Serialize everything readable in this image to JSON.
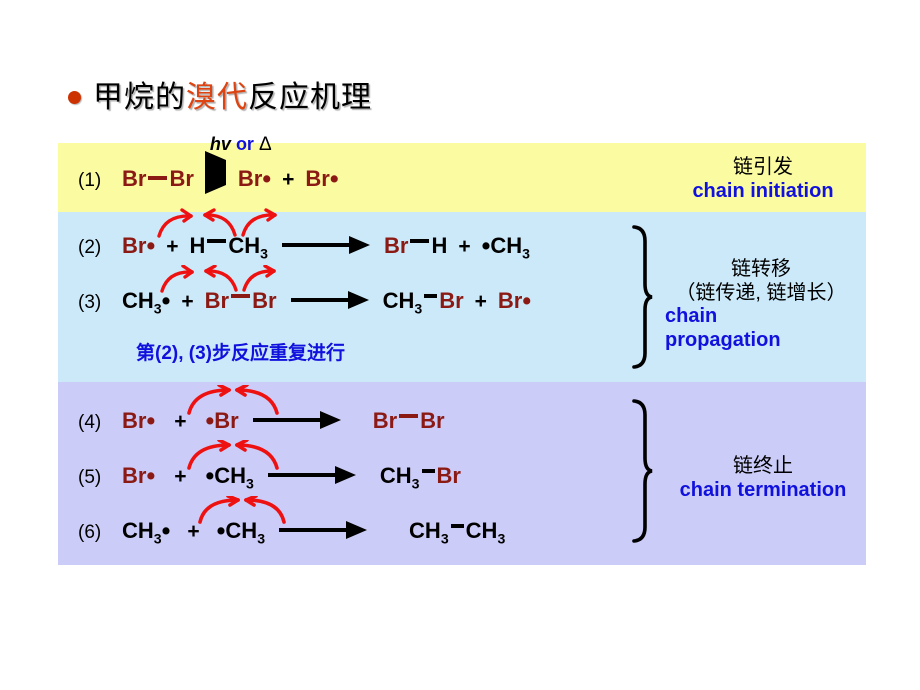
{
  "title": {
    "prefix": "甲烷的",
    "highlight": "溴代",
    "suffix": "反应机理",
    "bullet_color": "#cc3300",
    "highlight_color": "#dd4411"
  },
  "colors": {
    "band_initiation": "#fbfba2",
    "band_propagation": "#cce9fa",
    "band_termination": "#ccccf8",
    "bromine_text": "#8b1a14",
    "english_label": "#1111dd",
    "fishhook_arrow": "#ee1111"
  },
  "reactions": [
    {
      "number": "(1)",
      "left": [
        "Br",
        "Br"
      ],
      "condition_hv": "hv",
      "condition_or": "or",
      "condition_delta": "Δ",
      "right": [
        "Br•",
        "+",
        "Br•"
      ],
      "fishhooks": 0
    },
    {
      "number": "(2)",
      "reactant_1": "Br•",
      "plus": "+",
      "reactant_2": "H—CH3",
      "product_1": "Br—H",
      "product_2": "•CH3",
      "fishhooks": 3
    },
    {
      "number": "(3)",
      "reactant_1": "CH3•",
      "plus": "+",
      "reactant_2": "Br—Br",
      "product_1": "CH3—Br",
      "product_2": "Br•",
      "fishhooks": 3
    },
    {
      "number": "(4)",
      "reactant_1": "Br•",
      "plus": "+",
      "reactant_2": "•Br",
      "product_1": "Br—Br",
      "fishhooks": 2
    },
    {
      "number": "(5)",
      "reactant_1": "Br•",
      "plus": "+",
      "reactant_2": "•CH3",
      "product_1": "CH3—Br",
      "fishhooks": 2
    },
    {
      "number": "(6)",
      "reactant_1": "CH3•",
      "plus": "+",
      "reactant_2": "•CH3",
      "product_1": "CH3—CH3",
      "fishhooks": 2
    }
  ],
  "repeat_note": "第(2), (3)步反应重复进行",
  "labels": {
    "initiation": {
      "cn": "链引发",
      "en": "chain initiation"
    },
    "propagation": {
      "cn": "链转移",
      "cn_alt": "（链传递, 链增长）",
      "en_line1": "chain",
      "en_line2": "propagation"
    },
    "termination": {
      "cn": "链终止",
      "en": "chain termination"
    }
  },
  "atoms": {
    "br": "Br",
    "h": "H",
    "c": "C",
    "methyl_c": "CH",
    "methyl_sub": "3"
  }
}
